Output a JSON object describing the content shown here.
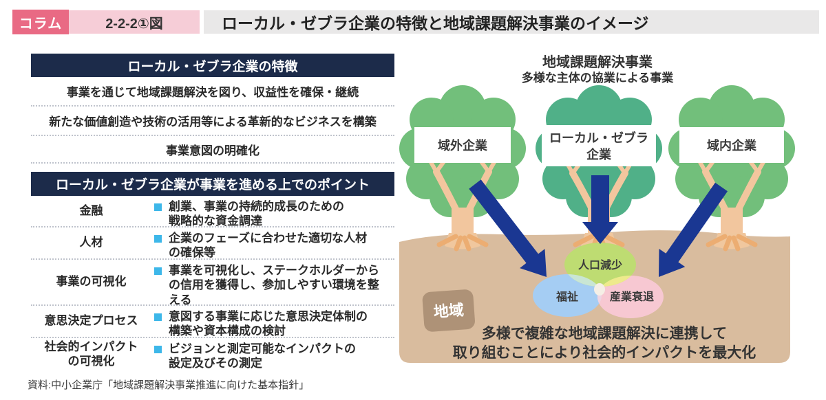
{
  "header": {
    "badge": "コラム",
    "figure_number": "2-2-2①図",
    "title": "ローカル・ゼブラ企業の特徴と地域課題解決事業のイメージ"
  },
  "features_table": {
    "header": "ローカル・ゼブラ企業の特徴",
    "rows": [
      "事業を通じて地域課題解決を図り、収益性を確保・継続",
      "新たな価値創造や技術の活用等による革新的なビジネスを構築",
      "事業意図の明確化"
    ]
  },
  "points_table": {
    "header": "ローカル・ゼブラ企業が事業を進める上でのポイント",
    "rows": [
      {
        "label": "金融",
        "text": "創業、事業の持続的成長のための\n戦略的な資金調達"
      },
      {
        "label": "人材",
        "text": "企業のフェーズに合わせた適切な人材\nの確保等"
      },
      {
        "label": "事業の可視化",
        "text": "事業を可視化し、ステークホルダーから\nの信用を獲得し、参加しやすい環境を整\nえる"
      },
      {
        "label": "意思決定プロセス",
        "text": "意図する事業に応じた意思決定体制の\n構築や資本構成の検討"
      },
      {
        "label": "社会的インパクト\nの可視化",
        "text": "ビジョンと測定可能なインパクトの\n設定及びその測定"
      }
    ]
  },
  "diagram": {
    "title": "地域課題解決事業",
    "subtitle": "多様な主体の協業による事業",
    "trees": [
      {
        "lines": [
          "域外企業"
        ]
      },
      {
        "lines": [
          "ローカル・ゼブラ",
          "企業"
        ]
      },
      {
        "lines": [
          "域内企業"
        ]
      }
    ],
    "issues": [
      {
        "label": "人口減少",
        "color": "#bedc72"
      },
      {
        "label": "福祉",
        "color": "#a5cdf3"
      },
      {
        "label": "産業衰退",
        "color": "#f7c8d2"
      }
    ],
    "region_label": "地域",
    "caption_lines": [
      "多様で複雑な地域課題解決に連携して",
      "取り組むことにより社会的インパクトを最大化"
    ]
  },
  "source": "資料:中小企業庁「地域課題解決事業推進に向けた基本指針」",
  "colors": {
    "badge_pink": "#e96a84",
    "light_pink": "#f6cdd7",
    "header_gray": "#e9e8e8",
    "navy": "#1c2b4a",
    "bullet_cyan": "#3db7e9",
    "arrow_navy": "#1a3792",
    "tree_green": "#72bf7b",
    "tree_teal": "#50b088",
    "trunk_tan": "#f2c69e",
    "ground_tan": "#d9bc9e",
    "region_brown": "#ae9277"
  }
}
